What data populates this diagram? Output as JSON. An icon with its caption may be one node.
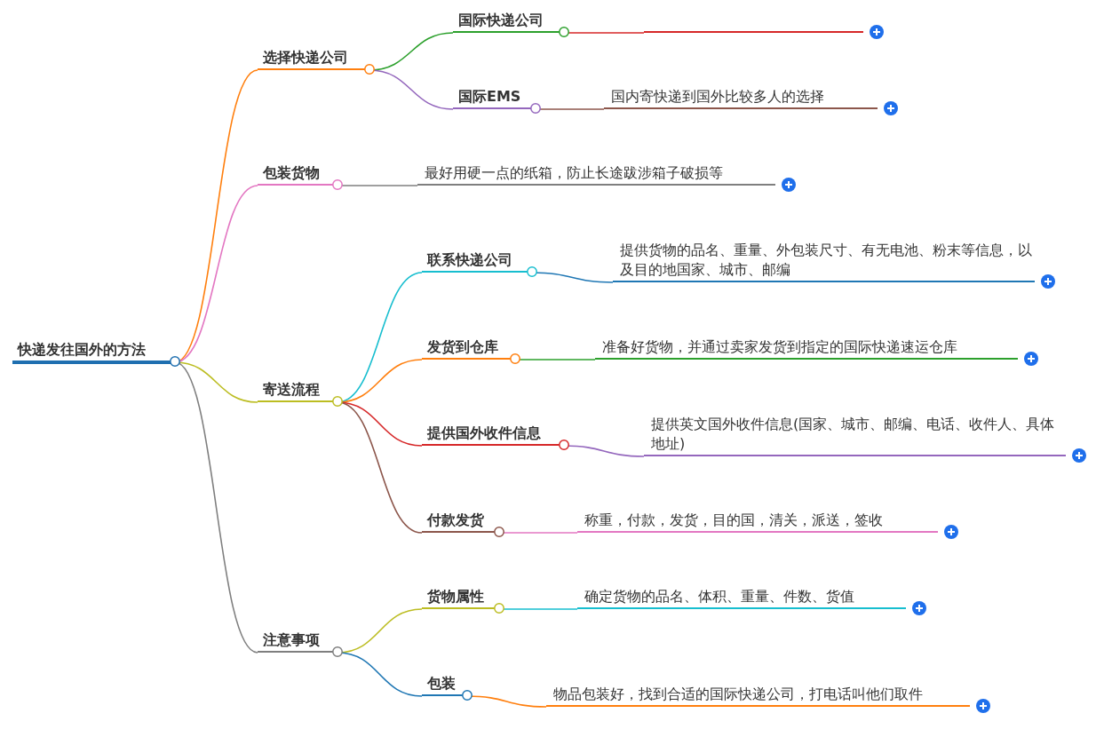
{
  "diagram": {
    "nodes": [
      {
        "text": [
          "快递发往国外的方法"
        ]
      },
      {
        "text": [
          "选择快递公司"
        ]
      },
      {
        "text": [
          "国际快递公司"
        ]
      },
      {
        "text": [],
        "shape": "bar"
      },
      {
        "text": [
          "国际EMS"
        ]
      },
      {
        "text": [
          "国内寄快递到国外比较多人的选择"
        ]
      },
      {
        "text": [
          "包装货物"
        ]
      },
      {
        "text": [
          "最好用硬一点的纸箱，防止长途跋涉箱子破损等"
        ]
      },
      {
        "text": [
          "寄送流程"
        ]
      },
      {
        "text": [
          "联系快递公司"
        ]
      },
      {
        "text": [
          "提供货物的品名、重量、外包装尺寸、有无电池、粉末等信息，以及目的地国家、城市、邮编"
        ]
      },
      {
        "text": [
          "发货到仓库"
        ]
      },
      {
        "text": [
          "准备好货物，并通过卖家发货到指定的国际快递速运仓库"
        ]
      },
      {
        "text": [
          "提供国外收件信息"
        ]
      },
      {
        "text": [
          "提供英文国外收件信息(国家、城市、邮编、电话、收件人、具体地址)"
        ]
      },
      {
        "text": [
          "付款发货"
        ]
      },
      {
        "text": [
          "称重，付款，发货，目的国，清关，派送，签收"
        ]
      },
      {
        "text": [
          "注意事项"
        ]
      },
      {
        "text": [
          "货物属性"
        ]
      },
      {
        "text": [
          "确定货物的品名、体积、重量、件数、货值"
        ]
      },
      {
        "text": [
          "包装"
        ]
      },
      {
        "text": [
          "物品包装好，找到合适的国际快递公司，打电话叫他们取件"
        ]
      }
    ],
    "edges": [
      {
        "from": 0,
        "to": 1,
        "arrow": "none",
        "color": "#ff7f0e"
      },
      {
        "from": 1,
        "to": 2,
        "arrow": "none",
        "color": "#2ca02c"
      },
      {
        "from": 2,
        "to": 3,
        "arrow": "none",
        "color": "#d62728"
      },
      {
        "from": 1,
        "to": 4,
        "arrow": "none",
        "color": "#9467bd"
      },
      {
        "from": 4,
        "to": 5,
        "arrow": "none",
        "color": "#8c564b"
      },
      {
        "from": 0,
        "to": 6,
        "arrow": "none",
        "color": "#e377c2"
      },
      {
        "from": 6,
        "to": 7,
        "arrow": "none",
        "color": "#7f7f7f"
      },
      {
        "from": 0,
        "to": 8,
        "arrow": "none",
        "color": "#bcbd22"
      },
      {
        "from": 8,
        "to": 9,
        "arrow": "none",
        "color": "#17becf"
      },
      {
        "from": 9,
        "to": 10,
        "arrow": "none",
        "color": "#1f77b4"
      },
      {
        "from": 8,
        "to": 11,
        "arrow": "none",
        "color": "#ff7f0e"
      },
      {
        "from": 11,
        "to": 12,
        "arrow": "none",
        "color": "#2ca02c"
      },
      {
        "from": 8,
        "to": 13,
        "arrow": "none",
        "color": "#d62728"
      },
      {
        "from": 13,
        "to": 14,
        "arrow": "none",
        "color": "#9467bd"
      },
      {
        "from": 8,
        "to": 15,
        "arrow": "none",
        "color": "#8c564b"
      },
      {
        "from": 15,
        "to": 16,
        "arrow": "none",
        "color": "#e377c2"
      },
      {
        "from": 0,
        "to": 17,
        "arrow": "none",
        "color": "#7f7f7f"
      },
      {
        "from": 17,
        "to": 18,
        "arrow": "none",
        "color": "#bcbd22"
      },
      {
        "from": 18,
        "to": 19,
        "arrow": "none",
        "color": "#17becf"
      },
      {
        "from": 17,
        "to": 20,
        "arrow": "none",
        "color": "#1f77b4"
      },
      {
        "from": 20,
        "to": 21,
        "arrow": "none",
        "color": "#ff7f0e"
      }
    ]
  }
}
